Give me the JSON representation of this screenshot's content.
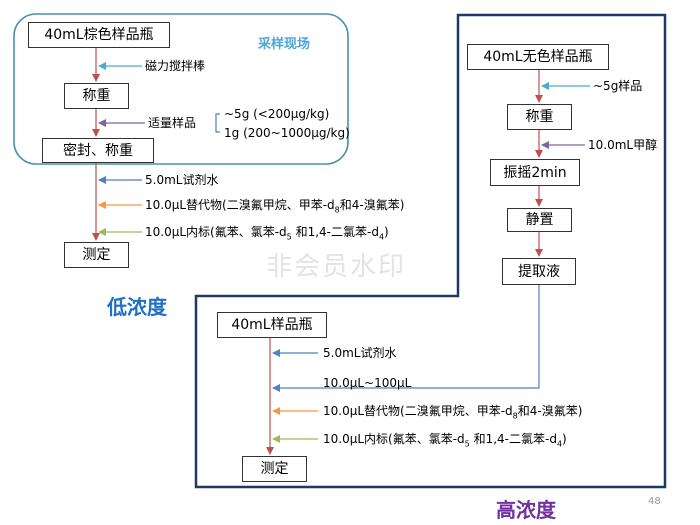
{
  "low": {
    "site_label": "采样现场",
    "box1": "40mL棕色样品瓶",
    "label_stir": "磁力搅拌棒",
    "box2": "称重",
    "label_sample": "适量样品",
    "opt1": "~5g (<200µg/kg)",
    "opt2": "1g (200~1000µg/kg)",
    "box3": "密封、称重",
    "reagent_water": "5.0mL试剂水",
    "surrogate": {
      "pre": "10.0µL替代物(二溴氟甲烷、甲苯-d",
      "s1": "8",
      "post": "和4-溴氟苯)"
    },
    "internal": {
      "pre": "10.0µL内标(氟苯、氯苯-d",
      "s1": "5",
      "mid": " 和1,4-二氯苯-d",
      "s2": "4",
      "post": ")"
    },
    "box4": "测定",
    "title": "低浓度"
  },
  "high": {
    "box1": "40mL无色样品瓶",
    "label_sample": "~5g样品",
    "box2": "称重",
    "label_methanol": "10.0mL甲醇",
    "box3": "振摇2min",
    "box4": "静置",
    "box5": "提取液",
    "box6": "40mL样品瓶",
    "reagent_water": "5.0mL试剂水",
    "extract_volume": "10.0µL~100µL",
    "surrogate": {
      "pre": "10.0µL替代物(二溴氟甲烷、甲苯-d",
      "s1": "8",
      "post": "和4-溴氟苯)"
    },
    "internal": {
      "pre": "10.0µL内标(氟苯、氯苯-d",
      "s1": "5",
      "mid": " 和1,4-二氯苯-d",
      "s2": "4",
      "post": ")"
    },
    "box7": "测定",
    "title": "高浓度"
  },
  "watermark": "非会员水印",
  "page_number": "48",
  "colors": {
    "red_arrow": "#c0504d",
    "blue_arrow": "#4f81bd",
    "orange_arrow": "#f79646",
    "green_arrow": "#9bbb59",
    "purple_arrow": "#8064a2",
    "cyan_arrow": "#4bacc6",
    "frame_high": "#1f3864",
    "frame_low": "#4a8fb0",
    "title_low": "#1f6fc5",
    "title_high": "#7030a0",
    "site_label": "#4da6d9"
  }
}
